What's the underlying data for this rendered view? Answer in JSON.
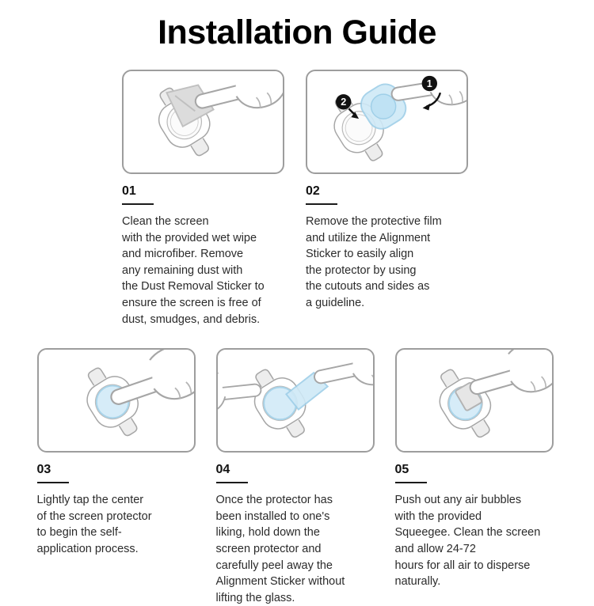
{
  "title": "Installation Guide",
  "steps": [
    {
      "number": "01",
      "description": "Clean the screen\nwith the provided wet wipe\nand microfiber. Remove\nany remaining dust with\nthe Dust Removal Sticker to\nensure the screen is free of\ndust, smudges, and debris."
    },
    {
      "number": "02",
      "description": "Remove the protective film\nand utilize the Alignment\nSticker to easily align\nthe protector by using\nthe cutouts and sides as\na guideline."
    },
    {
      "number": "03",
      "description": "Lightly tap the center\nof the screen protector\nto begin the self-\napplication process."
    },
    {
      "number": "04",
      "description": "Once the protector has\nbeen installed to one's\nliking, hold down the\nscreen protector and\ncarefully peel away the\nAlignment Sticker without\nlifting the glass."
    },
    {
      "number": "05",
      "description": "Push out any air bubbles\nwith the provided\nSqueegee. Clean the screen\nand allow 24-72\nhours for all air to disperse\nnaturally."
    }
  ],
  "badge_labels": [
    "1",
    "2"
  ],
  "colors": {
    "line": "#a6a6a6",
    "protector": "#d6ecf8",
    "protector_edge": "#a8d4ea",
    "film": "#cfe9f7",
    "cloth": "#dcdcdc",
    "badge": "#111111",
    "title_text": "#000000",
    "panel_border": "#9d9d9d"
  }
}
